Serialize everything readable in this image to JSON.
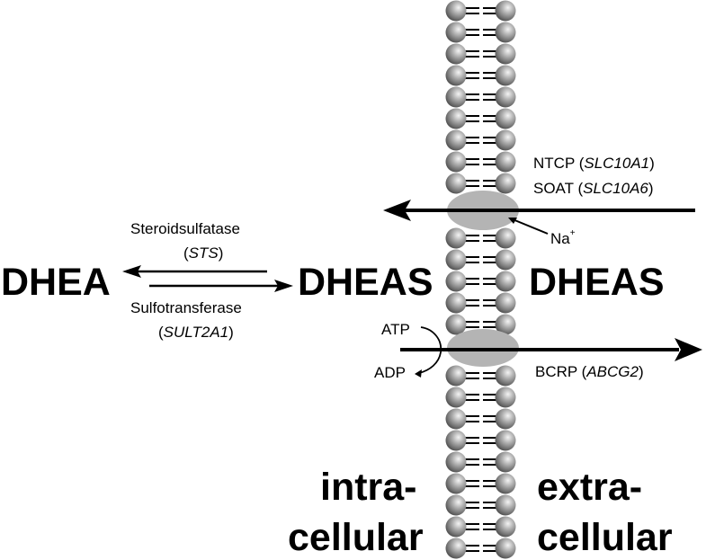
{
  "labels": {
    "dhea": "DHEA",
    "dheas_intra": "DHEAS",
    "dheas_extra": "DHEAS",
    "intra_line1": "intra-",
    "intra_line2": "cellular",
    "extra_line1": "extra-",
    "extra_line2": "cellular"
  },
  "enzymes": {
    "sts_name": "Steroidsulfatase",
    "sts_gene_open": "(",
    "sts_gene": "STS",
    "sts_gene_close": ")",
    "sult_name": "Sulfotransferase",
    "sult_gene_open": "(",
    "sult_gene": "SULT2A1",
    "sult_gene_close": ")"
  },
  "transporters": {
    "ntcp_name": "NTCP (",
    "ntcp_gene": "SLC10A1",
    "ntcp_close": ")",
    "soat_name": "SOAT (",
    "soat_gene": "SLC10A6",
    "soat_close": ")",
    "sodium": "Na",
    "sodium_charge": "+",
    "atp": "ATP",
    "adp": "ADP",
    "bcrp_name": "BCRP (",
    "bcrp_gene": "ABCG2",
    "bcrp_close": ")"
  },
  "colors": {
    "ink": "#000000",
    "transporter_fill": "#b4b4b4",
    "lipid_head": "#8a8a8a"
  }
}
